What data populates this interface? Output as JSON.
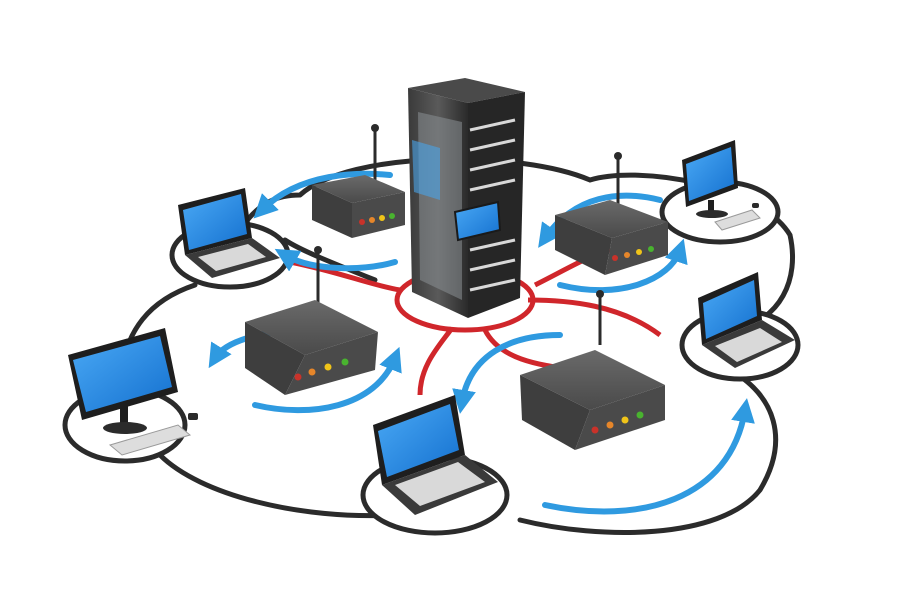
{
  "diagram": {
    "colors": {
      "background": "#ffffff",
      "ring": "#2b2b2b",
      "server_link": "#d0262b",
      "flow_arrow": "#2f9ae0",
      "screen": "#1f87e6",
      "device_body": "#4f4f4f",
      "rack_body": "#2d2d2d"
    },
    "nodes": [
      {
        "name": "server-rack",
        "kind": "server",
        "icon": "server-rack-icon"
      },
      {
        "name": "router-1",
        "kind": "router",
        "icon": "wireless-router-icon",
        "leds": [
          "#c9322a",
          "#e6862a",
          "#f0c419",
          "#49b32f"
        ]
      },
      {
        "name": "router-2",
        "kind": "router",
        "icon": "wireless-router-icon",
        "leds": [
          "#c9322a",
          "#e6862a",
          "#f0c419",
          "#49b32f"
        ]
      },
      {
        "name": "router-3",
        "kind": "router",
        "icon": "wireless-router-icon",
        "leds": [
          "#c9322a",
          "#e6862a",
          "#f0c419",
          "#49b32f"
        ]
      },
      {
        "name": "router-4",
        "kind": "router",
        "icon": "wireless-router-icon",
        "leds": [
          "#c9322a",
          "#e6862a",
          "#f0c419",
          "#49b32f"
        ]
      },
      {
        "name": "laptop-1",
        "kind": "laptop",
        "icon": "laptop-icon"
      },
      {
        "name": "laptop-2",
        "kind": "laptop",
        "icon": "laptop-icon"
      },
      {
        "name": "laptop-3",
        "kind": "laptop",
        "icon": "laptop-icon"
      },
      {
        "name": "desktop-1",
        "kind": "desktop",
        "icon": "desktop-monitor-icon"
      },
      {
        "name": "desktop-2",
        "kind": "desktop",
        "icon": "desktop-monitor-icon"
      }
    ]
  }
}
